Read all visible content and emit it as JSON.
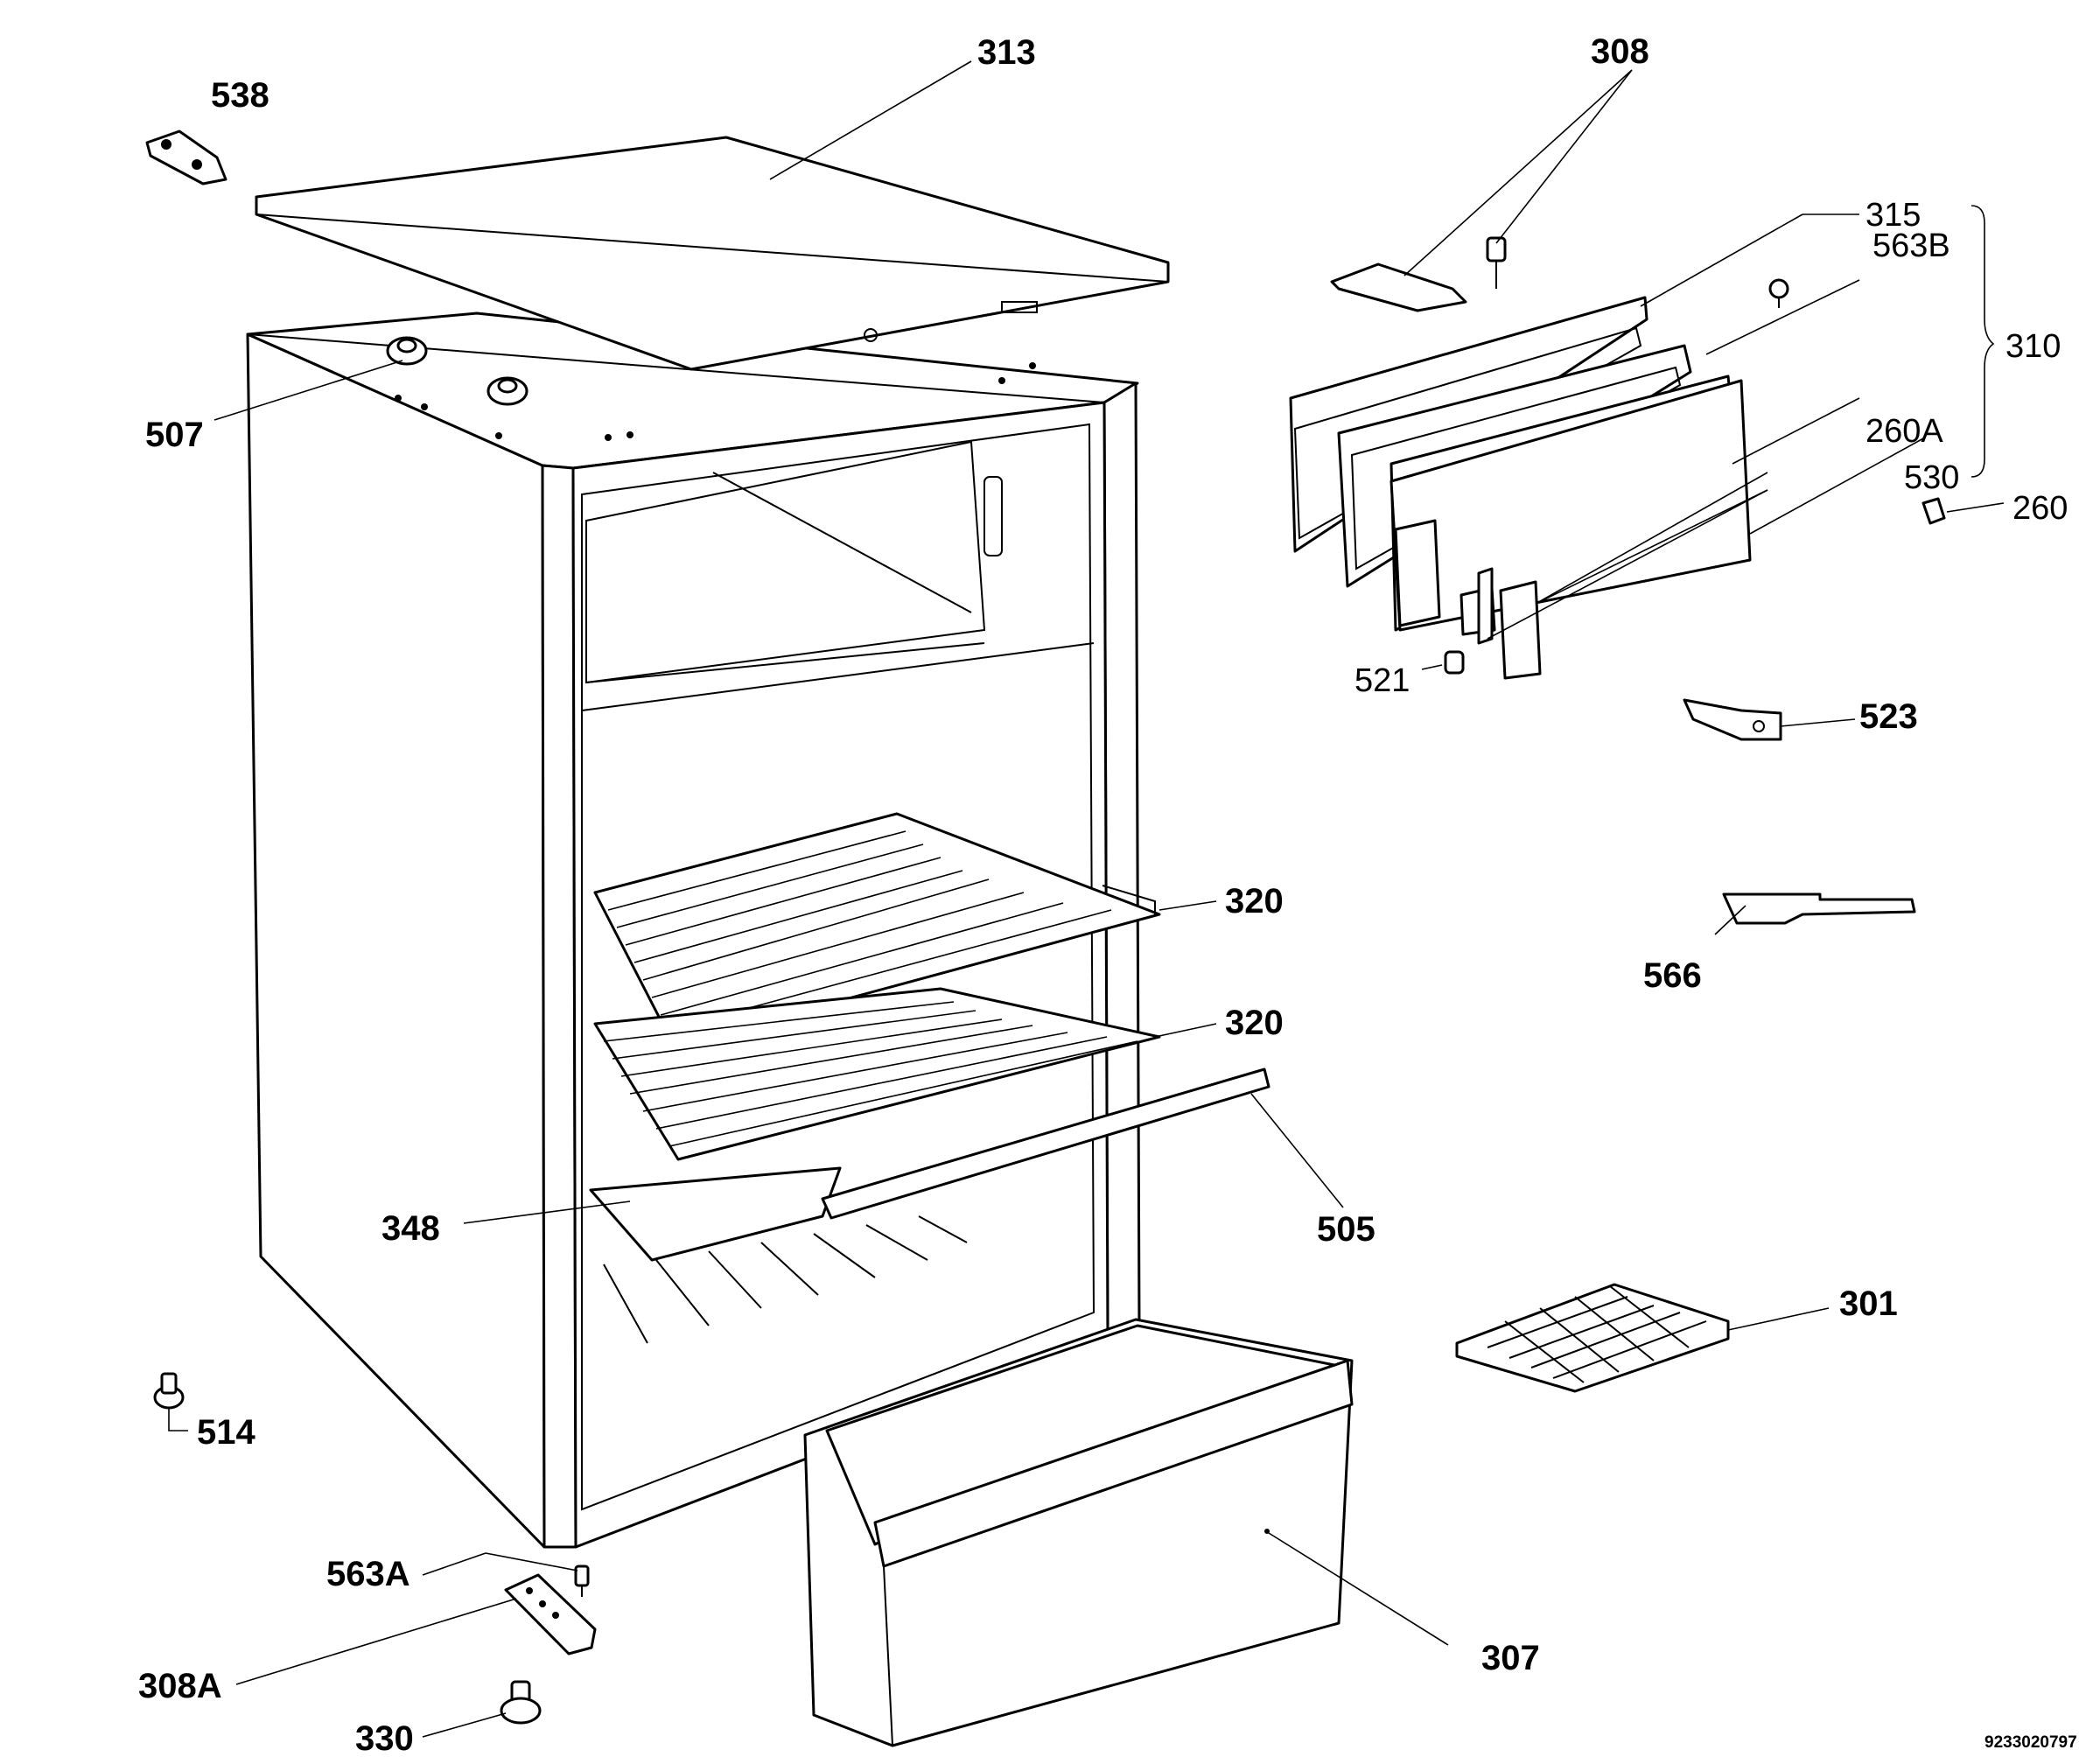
{
  "diagram": {
    "part_labels": {
      "p313": "313",
      "p308": "308",
      "p538": "538",
      "p507": "507",
      "p315": "315",
      "p563B": "563B",
      "p310": "310",
      "p260A": "260A",
      "p530": "530",
      "p260": "260",
      "p521": "521",
      "p523": "523",
      "p566": "566",
      "p320a": "320",
      "p320b": "320",
      "p348": "348",
      "p505": "505",
      "p301": "301",
      "p514": "514",
      "p563A": "563A",
      "p307": "307",
      "p308A": "308A",
      "p330": "330"
    },
    "drawing_number": "9233020797"
  }
}
